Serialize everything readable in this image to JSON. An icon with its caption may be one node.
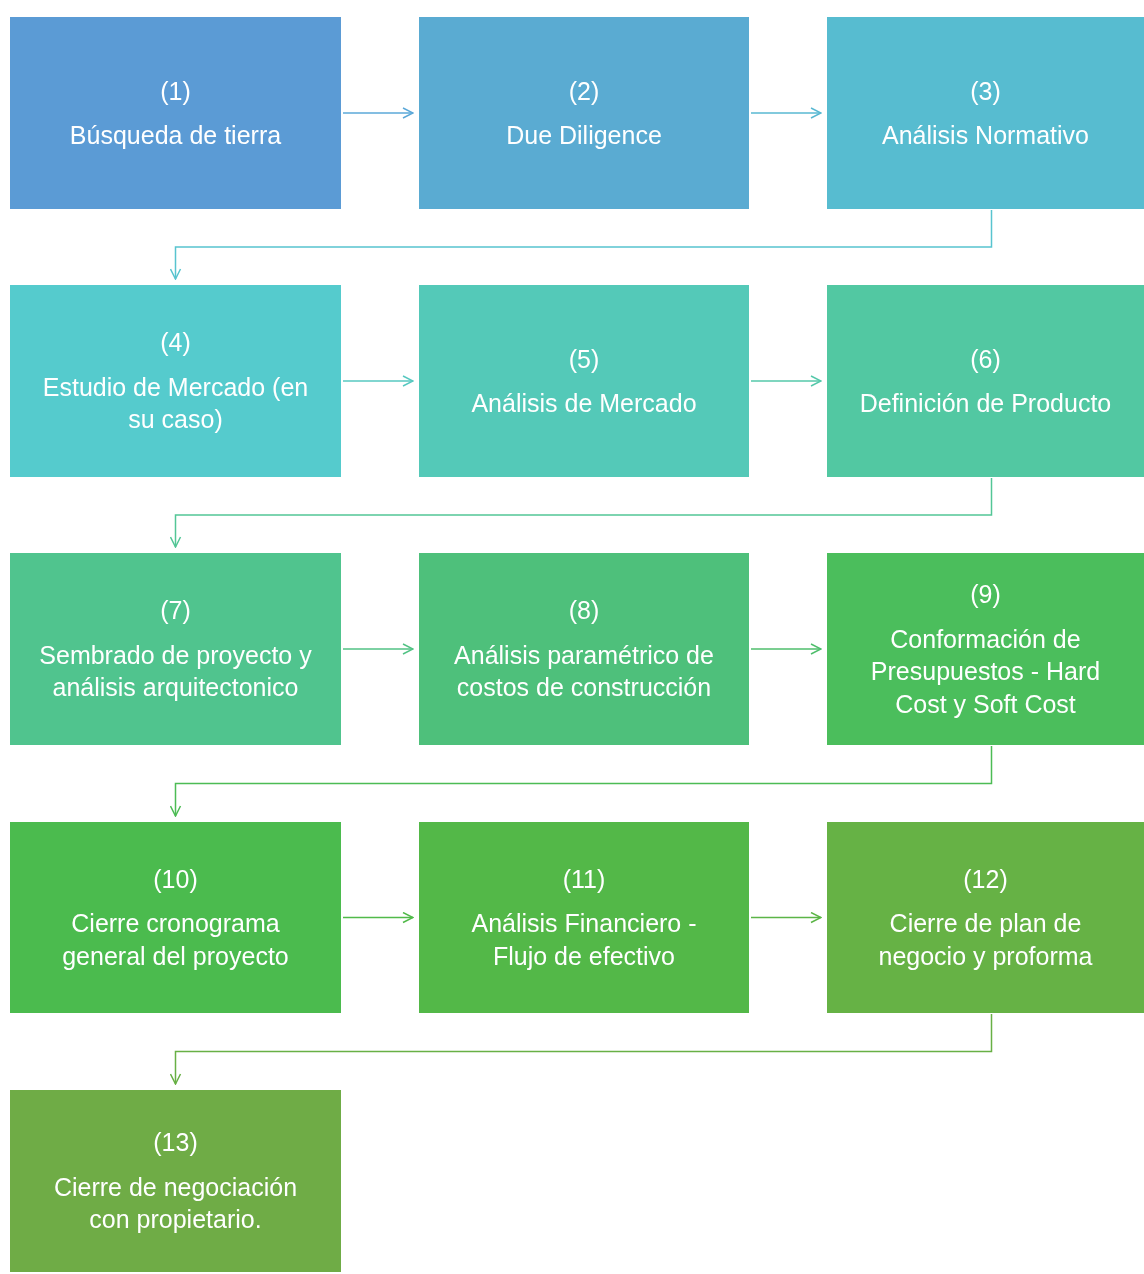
{
  "diagram": {
    "nodes": [
      {
        "text": [
          "(1)",
          "Búsqueda de tierra"
        ]
      },
      {
        "text": [
          "(2)",
          "Due Diligence"
        ]
      },
      {
        "text": [
          "(3)",
          "Análisis Normativo"
        ]
      },
      {
        "text": [
          "(4)",
          "Estudio de Mercado (en su caso)"
        ]
      },
      {
        "text": [
          "(5)",
          "Análisis de Mercado"
        ]
      },
      {
        "text": [
          "(6)",
          "Definición de Producto"
        ]
      },
      {
        "text": [
          "(7)",
          "Sembrado de proyecto y análisis arquitectonico"
        ]
      },
      {
        "text": [
          "(8)",
          "Análisis paramétrico de costos de construcción"
        ]
      },
      {
        "text": [
          "(9)",
          "Conformación de Presupuestos - Hard Cost y Soft Cost"
        ]
      },
      {
        "text": [
          "(10)",
          "Cierre cronograma general del proyecto"
        ]
      },
      {
        "text": [
          "(11)",
          "Análisis Financiero - Flujo de efectivo"
        ]
      },
      {
        "text": [
          "(12)",
          "Cierre de plan de negocio y proforma"
        ]
      },
      {
        "text": [
          "(13)",
          "Cierre de negociación con propietario."
        ]
      }
    ],
    "edges": [
      {
        "from": 0,
        "to": 1,
        "arrow": "to",
        "color": "#5ba8d8"
      },
      {
        "from": 1,
        "to": 2,
        "arrow": "to",
        "color": "#58b8d2"
      },
      {
        "from": 2,
        "to": 3,
        "arrow": "to",
        "color": "#58c4cf"
      },
      {
        "from": 3,
        "to": 4,
        "arrow": "to",
        "color": "#57c8c0"
      },
      {
        "from": 4,
        "to": 5,
        "arrow": "to",
        "color": "#55c8aa"
      },
      {
        "from": 5,
        "to": 6,
        "arrow": "to",
        "color": "#53c696"
      },
      {
        "from": 6,
        "to": 7,
        "arrow": "to",
        "color": "#52c284"
      },
      {
        "from": 7,
        "to": 8,
        "arrow": "to",
        "color": "#4fbe6c"
      },
      {
        "from": 8,
        "to": 9,
        "arrow": "to",
        "color": "#4dbc55"
      },
      {
        "from": 9,
        "to": 10,
        "arrow": "to",
        "color": "#51ba4a"
      },
      {
        "from": 10,
        "to": 11,
        "arrow": "to",
        "color": "#5cb547"
      },
      {
        "from": 11,
        "to": 12,
        "arrow": "to",
        "color": "#68b045"
      }
    ]
  }
}
